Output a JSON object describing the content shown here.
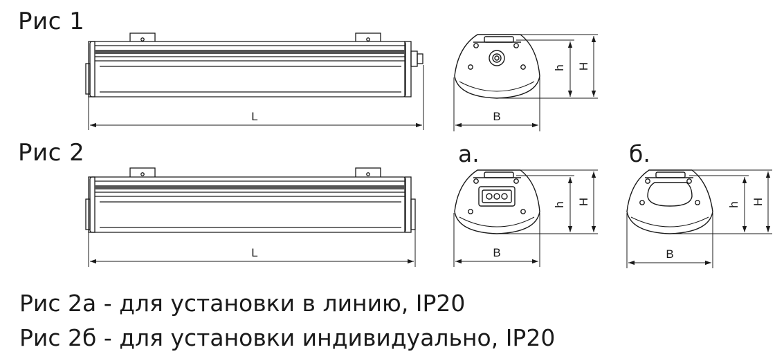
{
  "figures": {
    "fig1_label": "Рис 1",
    "fig2_label": "Рис 2",
    "variant_a": "а.",
    "variant_b": "б."
  },
  "dimensions": {
    "length": "L",
    "width": "B",
    "height_inner": "h",
    "height_outer": "H"
  },
  "notes": [
    "Рис 2а - для установки в линию, IP20",
    "Рис 2б - для установки индивидуально, IP20"
  ]
}
